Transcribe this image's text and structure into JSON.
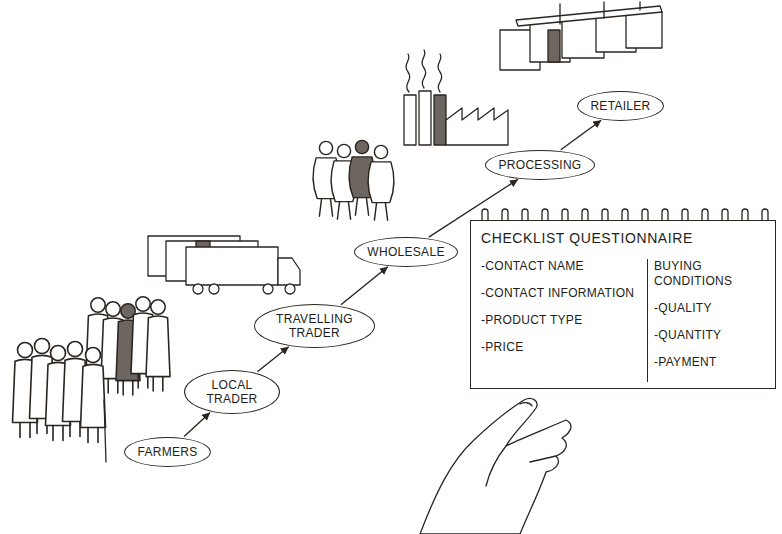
{
  "diagram": {
    "nodes": [
      {
        "text": [
          "FARMERS"
        ]
      },
      {
        "text": [
          "LOCAL TRADER"
        ]
      },
      {
        "text": [
          "TRAVELLING TRADER"
        ]
      },
      {
        "text": [
          "WHOLESALE"
        ]
      },
      {
        "text": [
          "PROCESSING"
        ]
      },
      {
        "text": [
          "RETAILER"
        ]
      },
      {
        "text": [
          "CHECKLIST QUESTIONNAIRE",
          "-CONTACT NAME",
          "-CONTACT INFORMATION",
          "-PRODUCT TYPE",
          "-PRICE",
          "BUYING CONDITIONS",
          "-QUALITY",
          "-QUANTITY",
          "-PAYMENT"
        ]
      }
    ],
    "edges": [
      {
        "from": 0,
        "to": 1,
        "arrow": "to"
      },
      {
        "from": 1,
        "to": 2,
        "arrow": "to"
      },
      {
        "from": 2,
        "to": 3,
        "arrow": "to"
      },
      {
        "from": 3,
        "to": 4,
        "arrow": "to"
      },
      {
        "from": 4,
        "to": 5,
        "arrow": "to"
      }
    ]
  }
}
